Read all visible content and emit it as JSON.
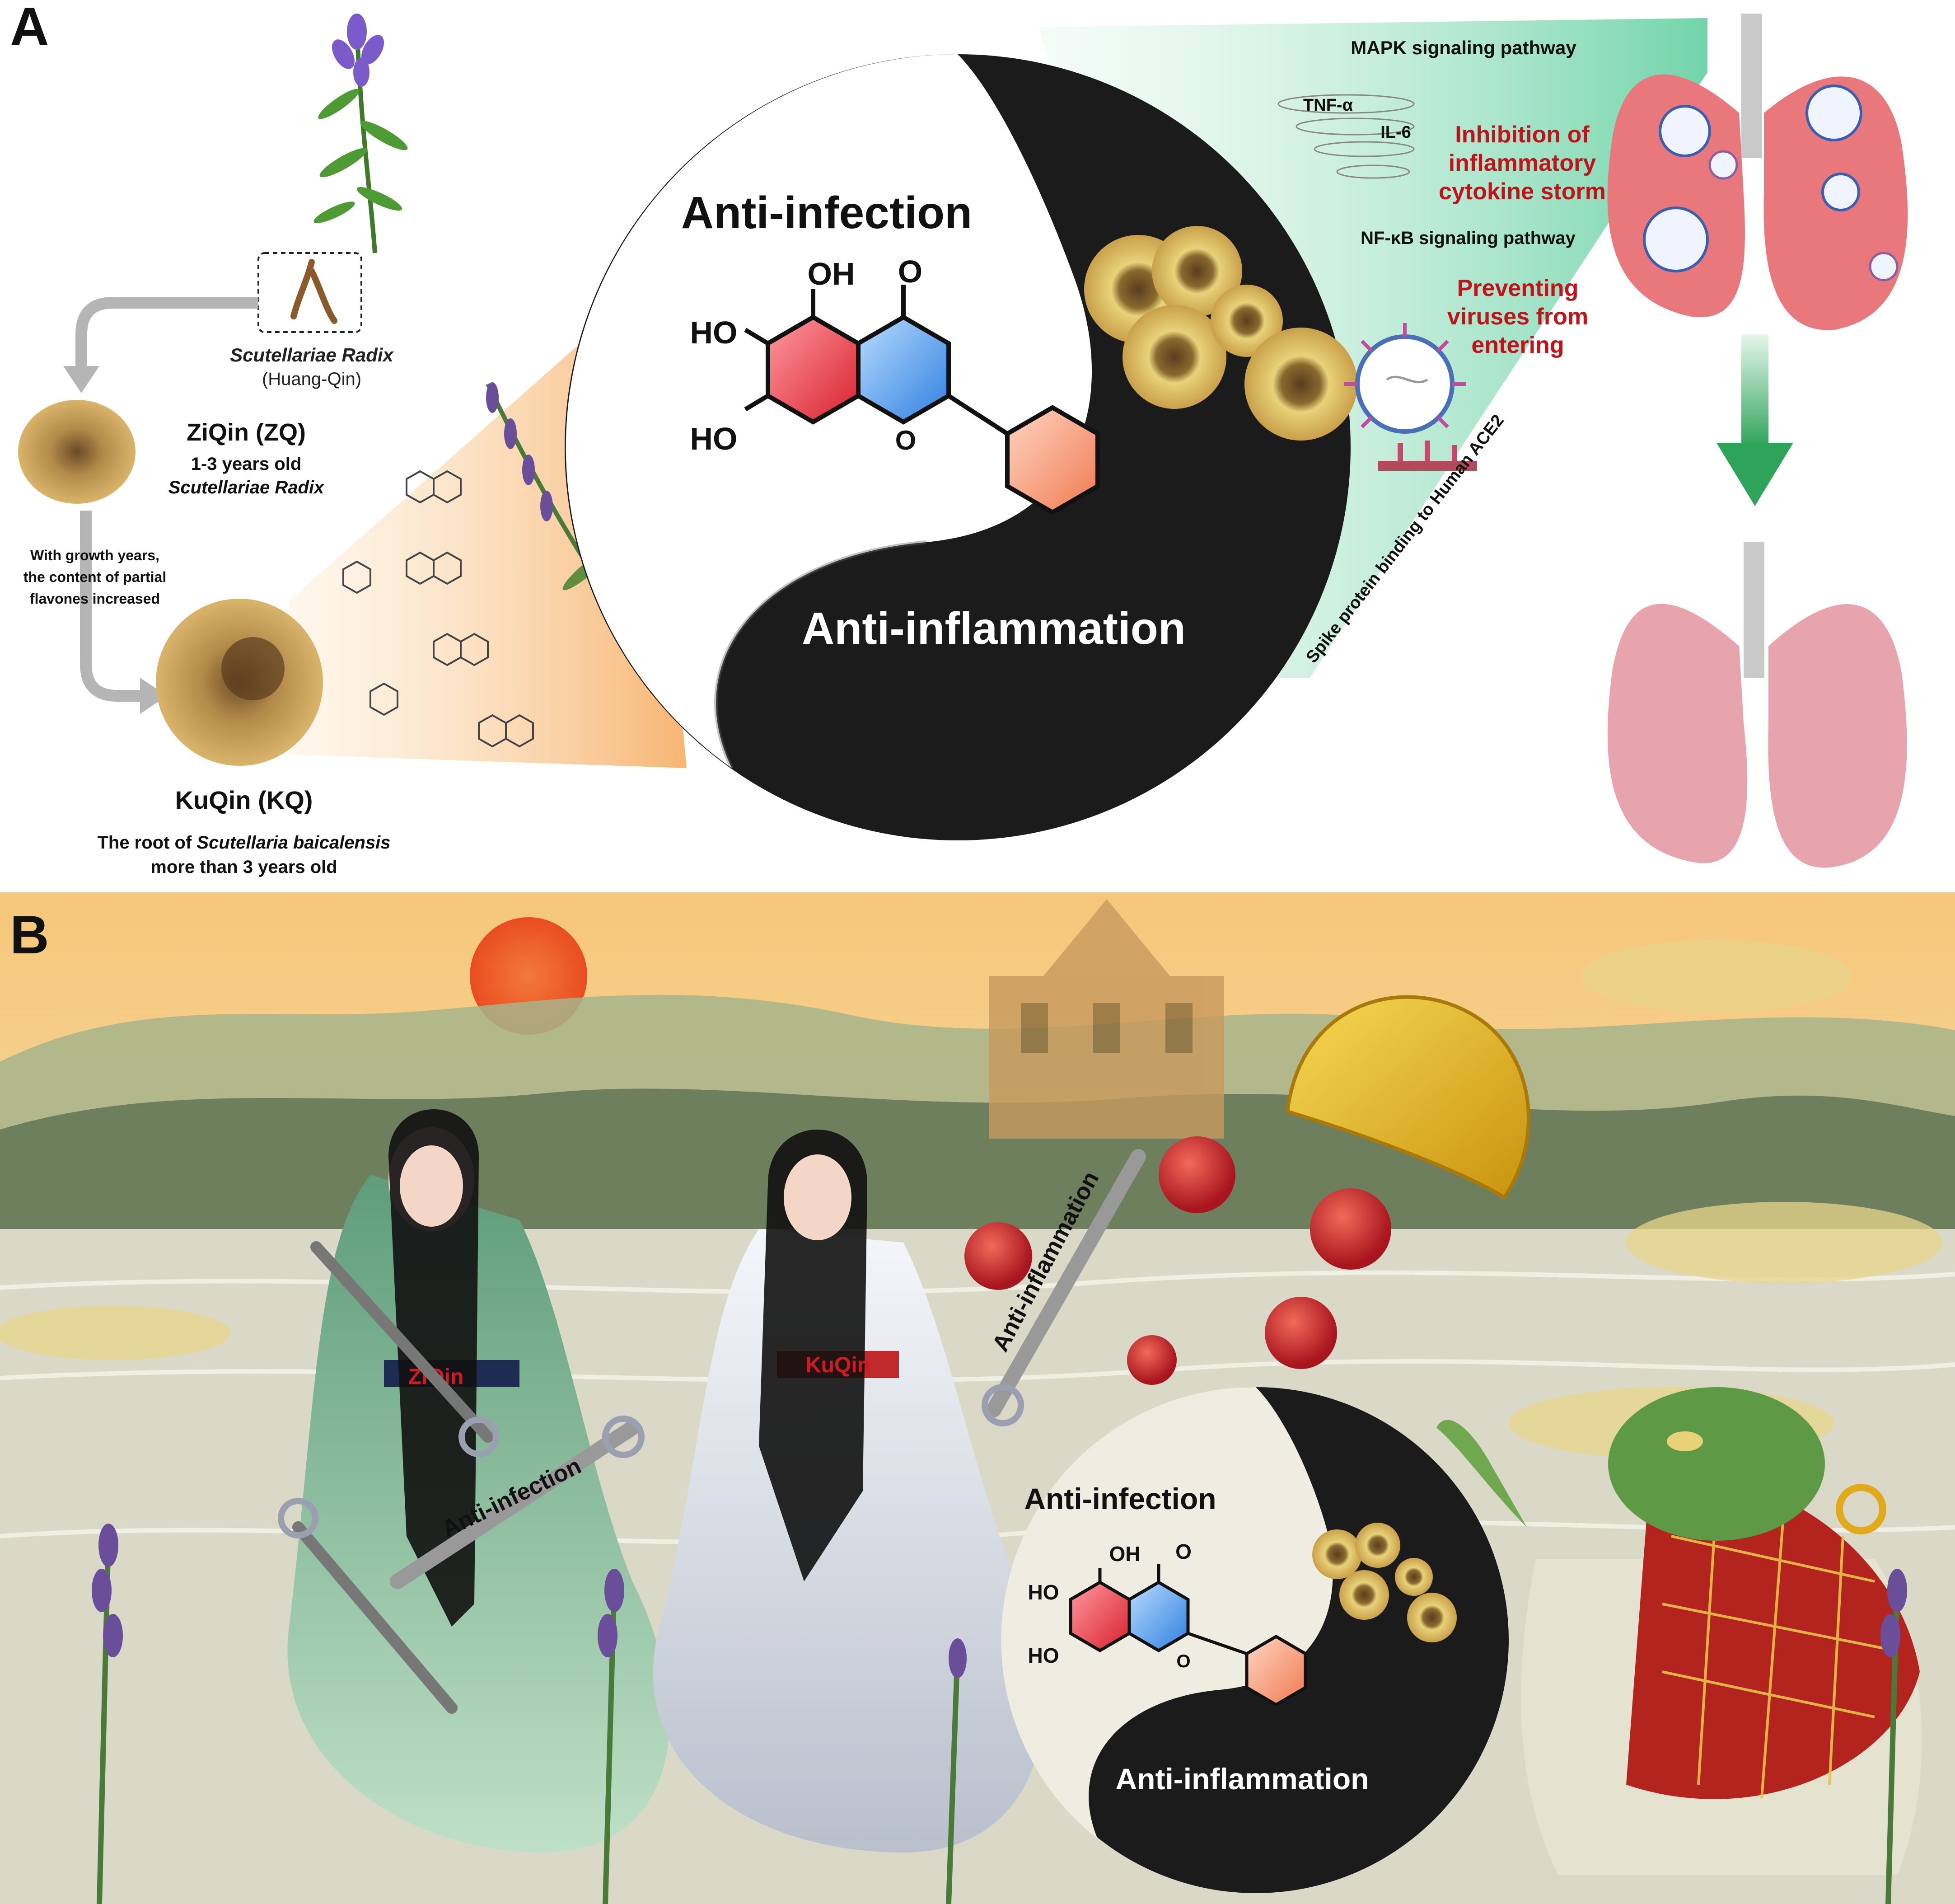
{
  "panel_a": {
    "label": "A",
    "plant": {
      "name": "Scutellariae Radix",
      "alias": "(Huang-Qin)"
    },
    "ziqin": {
      "title": "ZiQin (ZQ)",
      "line1": "1-3 years old",
      "line2": "Scutellariae Radix"
    },
    "growth_note": {
      "line1": "With growth years,",
      "line2": "the content of partial",
      "line3": "flavones  increased"
    },
    "kuqin": {
      "title": "KuQin (KQ)",
      "line1_pre": "The root of ",
      "line1_italic": "Scutellaria baicalensis",
      "line2": "more than 3 years old"
    },
    "yin_yang": {
      "top": "Anti-infection",
      "bottom": "Anti-inflammation"
    },
    "molecule": {
      "oh_top": "OH",
      "o_top": "O",
      "ho_mid": "HO",
      "ho_low": "HO",
      "o_ring": "O"
    },
    "mechanisms": {
      "mapk": "MAPK signaling  pathway",
      "tnf": "TNF-α",
      "il6": "IL-6",
      "inhibition": [
        "Inhibition of",
        "inflammatory",
        "cytokine storm"
      ],
      "nfkb": "NF-κB signaling pathway",
      "preventing": [
        "Preventing",
        "viruses from",
        "entering"
      ],
      "spike": "Spike protein binding to Human ACE2"
    },
    "colors": {
      "red_text": "#c0141b",
      "ring_red": "#d8202c",
      "ring_blue": "#2f7fe0",
      "ring_orange": "#f07a50",
      "ink": "#1b1b1b",
      "green_beam": "#9fe0c2",
      "orange_beam": "#f7b26a",
      "lung_infected": "#e9787d",
      "lung_healthy": "#e8a4ad",
      "arrow_green": "#2ea35a"
    }
  },
  "panel_b": {
    "label": "B",
    "sash_left": "ZiQin",
    "sash_right": "KuQin",
    "sword_left": "Anti-infection",
    "sword_right": "Anti-inflammation",
    "yin_yang": {
      "top": "Anti-infection",
      "bottom": "Anti-inflammation"
    },
    "molecule": {
      "oh_top": "OH",
      "o_top": "O",
      "ho_mid": "HO",
      "ho_low": "HO",
      "o_ring": "O"
    },
    "colors": {
      "sky_top": "#f6c77a",
      "sky_bottom": "#f2e6c4",
      "sun": "#ef5a2a",
      "hill_far": "#8ea17a",
      "hill_near": "#6e7f5e",
      "mist": "#cfd0c0",
      "virus": "#c8242b",
      "shell": "#e6b72a",
      "robe_green": "#9cc9a8",
      "robe_white": "#e7eaf0",
      "toad": "#5e9a45",
      "cloak": "#b3241f"
    }
  }
}
